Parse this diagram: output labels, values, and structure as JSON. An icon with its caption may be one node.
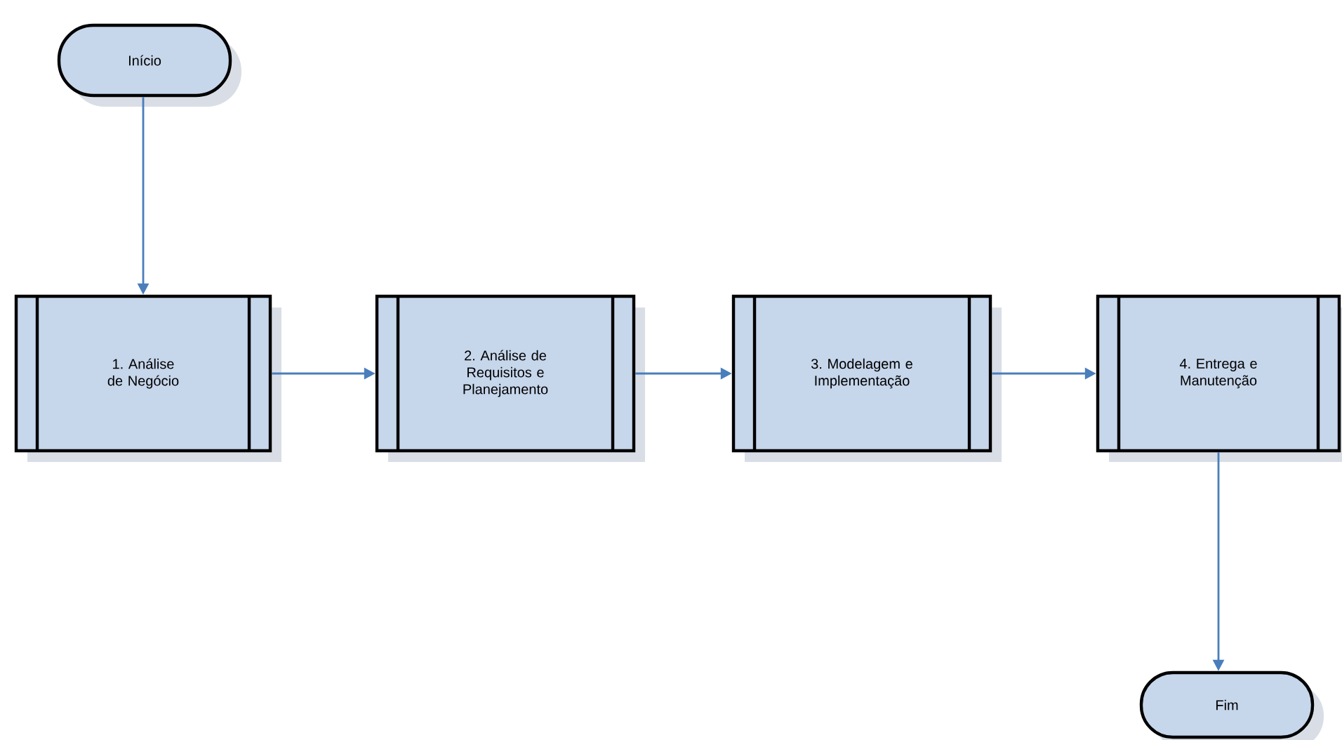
{
  "diagram": {
    "nodes": [
      {
        "text": [
          "Início"
        ]
      },
      {
        "text": [
          "1. Análise de Negócio"
        ]
      },
      {
        "text": [
          "2. Análise de Requisitos e Planejamento"
        ]
      },
      {
        "text": [
          "3. Modelagem e Implementação"
        ]
      },
      {
        "text": [
          "4. Entrega e Manutenção"
        ]
      },
      {
        "text": [
          "Fim"
        ]
      }
    ],
    "edges": [
      {
        "from": 0,
        "to": 1,
        "arrow": "to"
      },
      {
        "from": 1,
        "to": 2,
        "arrow": "to"
      },
      {
        "from": 2,
        "to": 3,
        "arrow": "to"
      },
      {
        "from": 3,
        "to": 4,
        "arrow": "to"
      },
      {
        "from": 4,
        "to": 5,
        "arrow": "to"
      }
    ]
  }
}
